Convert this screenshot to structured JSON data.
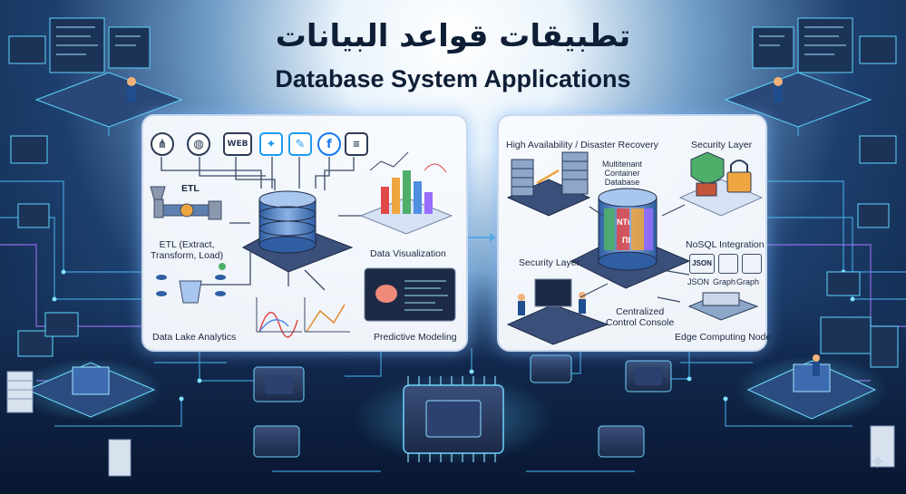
{
  "title": {
    "arabic": "تطبيقات قواعد البيانات",
    "english": "Database System Applications"
  },
  "left_panel": {
    "sources": [
      {
        "icon": "wifi-icon"
      },
      {
        "icon": "globe-icon"
      },
      {
        "icon": "web-icon",
        "label": "WEB"
      },
      {
        "icon": "twitter-icon"
      },
      {
        "icon": "tweet-icon"
      },
      {
        "icon": "facebook-icon",
        "label": "f"
      },
      {
        "icon": "document-icon"
      }
    ],
    "etl_short": "ETL",
    "etl_long": "ETL (Extract,\nTransform, Load)",
    "data_visualization": "Data Visualization",
    "data_lake_analytics": "Data Lake Analytics",
    "predictive_modeling": "Predictive Modeling"
  },
  "right_panel": {
    "high_availability": "High Availability / Disaster Recovery",
    "multitenant_db": "Multitenant\nContainer\nDatabase",
    "security_layer_top": "Security Layer",
    "security_layer_left": "Security Layer",
    "nosql_integration": "NoSQL Integration",
    "nosql_items": [
      "JSON",
      "Graph",
      "Graph"
    ],
    "json_tag": "JSON",
    "centralized_console": "Centralized\nControl Console",
    "edge_computing": "Edge Computing Node",
    "db_segments": [
      "ΝΤι",
      "ΠΙ"
    ]
  },
  "colors": {
    "accent_cyan": "#38d4ff",
    "accent_purple": "#9a6cff",
    "db_blue": "#4a7dc4",
    "panel_bg": "#f7fafe",
    "title_text": "#0e1e36"
  }
}
